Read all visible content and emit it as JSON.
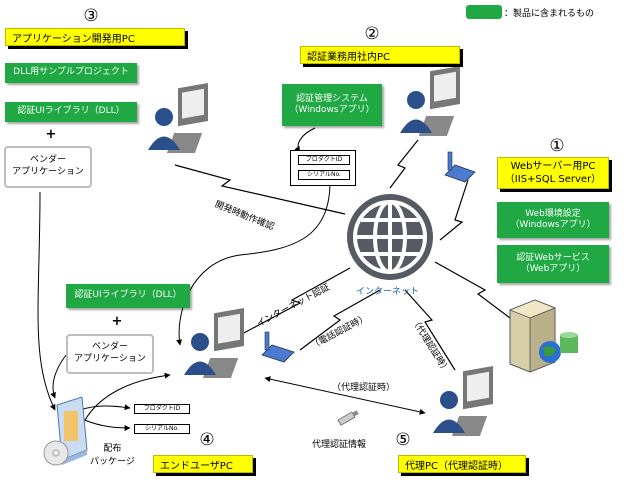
{
  "legend": {
    "label": "：製品に含まれるもの",
    "color": "#1fa843"
  },
  "colors": {
    "green": "#1fa843",
    "yellow": "#ffff00",
    "globe": "#555a63"
  },
  "sections": {
    "dev": {
      "num": "③",
      "title": "アプリケーション開発用PC"
    },
    "auth": {
      "num": "②",
      "title": "認証業務用社内PC"
    },
    "web": {
      "num": "①",
      "title": "Webサーバー用PC\n（IIS+SQL Server）"
    },
    "enduser": {
      "num": "④",
      "title": "エンドユーザPC"
    },
    "proxy": {
      "num": "⑤",
      "title": "代理PC（代理認証時）"
    }
  },
  "boxes": {
    "dll_sample": "DLL用サンプルプロジェクト",
    "auth_ui_dll_1": "認証UIライブラリ（DLL）",
    "vendor_app_1": "ベンダー\nアプリケーション",
    "auth_mgmt": "認証管理システム\n（Windowsアプリ）",
    "web_env": "Web環境設定\n（Windowsアプリ）",
    "auth_web": "認証Webサービス\n（Webアプリ）",
    "auth_ui_dll_2": "認証UIライブラリ（DLL）",
    "vendor_app_2": "ベンダー\nアプリケーション"
  },
  "plus": "+",
  "docs": {
    "product_id": "プロダクトID",
    "serial_no": "シリアルNo."
  },
  "labels": {
    "dev_check": "開発時動作確認",
    "internet": "インターネット",
    "internet_auth": "インターネット認証",
    "phone_auth": "（電話認証時）",
    "proxy_auth_diag": "（代理認証時）",
    "proxy_auth_horiz": "（代理認証時）",
    "proxy_info": "代理認証情報",
    "package": "配布\nパッケージ"
  }
}
